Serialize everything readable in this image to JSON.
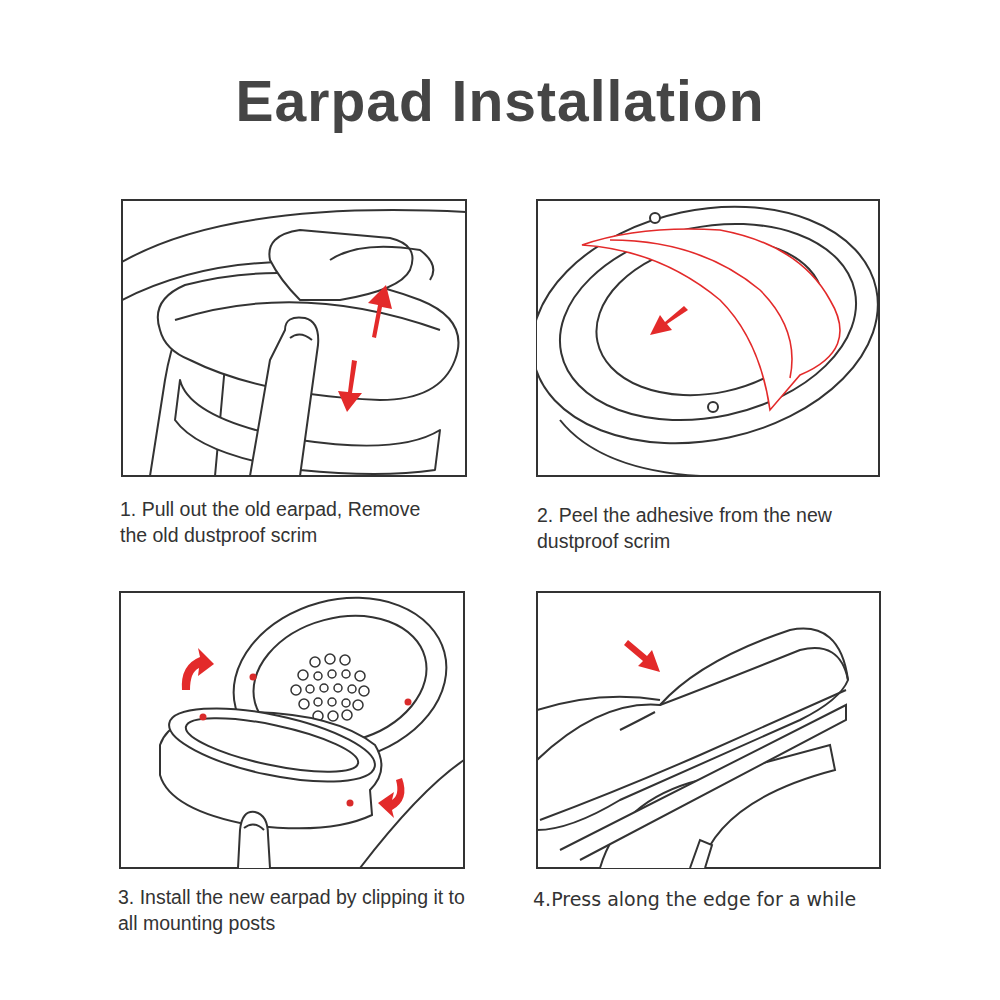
{
  "diagram": {
    "title": "Earpad Installation",
    "labels": [
      "1. Pull out the old earpad, Remove the old dustproof scrim",
      "2. Peel the adhesive from the new dustproof scrim",
      "3. Install the new earpad by clipping it to all mounting posts",
      "4.Press along the edge for a while"
    ]
  }
}
